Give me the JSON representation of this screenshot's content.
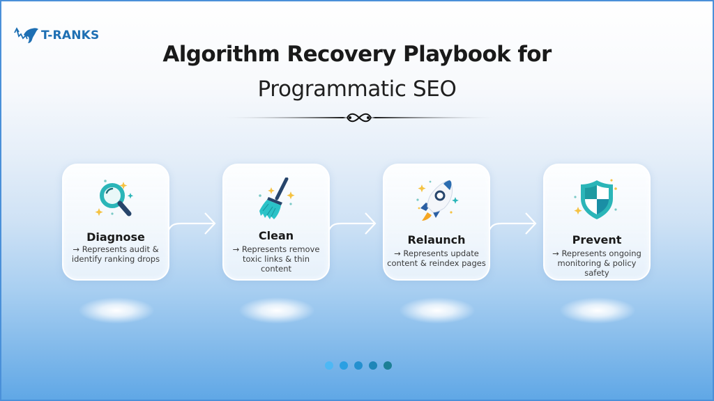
{
  "brand": {
    "name": "T-RANKS",
    "color": "#1e6fb3",
    "logo_icon": "chart-trend-bird-icon"
  },
  "header": {
    "title": "Algorithm Recovery Playbook for",
    "subtitle": "Programmatic SEO",
    "divider_icon": "infinity-ornament-icon"
  },
  "steps": [
    {
      "title": "Diagnose",
      "description": "→ Represents audit & identify ranking drops",
      "icon": "magnifying-glass-icon"
    },
    {
      "title": "Clean",
      "description": "→ Represents remove toxic links & thin content",
      "icon": "broom-icon"
    },
    {
      "title": "Relaunch",
      "description": "→ Represents update content & reindex pages",
      "icon": "rocket-icon"
    },
    {
      "title": "Prevent",
      "description": "→ Represents ongoing monitoring & policy safety",
      "icon": "shield-icon"
    }
  ],
  "connector_icon": "arrow-right-icon",
  "pagination": {
    "count": 5,
    "colors": [
      "#4db8f5",
      "#2a9fe2",
      "#2490cf",
      "#1f86b8",
      "#1d7f95"
    ]
  },
  "colors": {
    "accent_teal": "#2bb5b8",
    "accent_navy": "#27456b",
    "sparkle_gold": "#f5c242",
    "border": "#4a90d9"
  }
}
